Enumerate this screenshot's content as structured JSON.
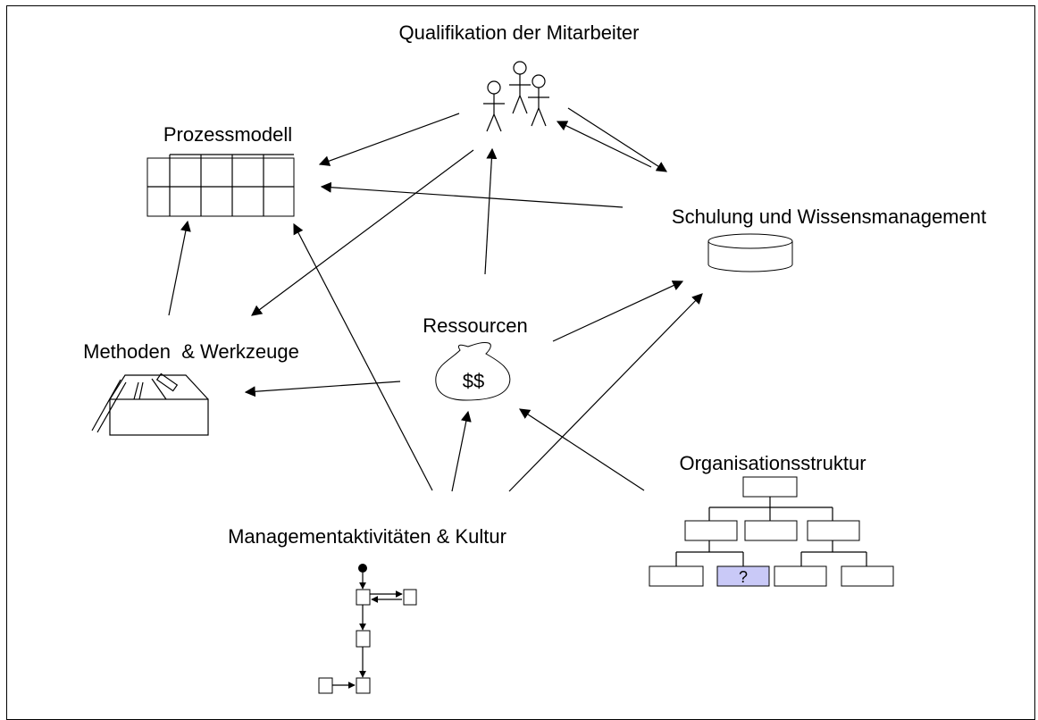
{
  "nodes": {
    "qualifikation": "Qualifikation der Mitarbeiter",
    "prozessmodell": "Prozessmodell",
    "schulung": "Schulung und Wissensmanagement",
    "ressourcen": "Ressourcen",
    "methoden": "Methoden  & Werkzeuge",
    "organisation": "Organisationsstruktur",
    "management": "Managementaktivitäten & Kultur"
  },
  "icons": {
    "money_label": "$$",
    "unknown_label": "?"
  },
  "colors": {
    "highlight_box": "#c9c9f7",
    "line": "#000000"
  }
}
